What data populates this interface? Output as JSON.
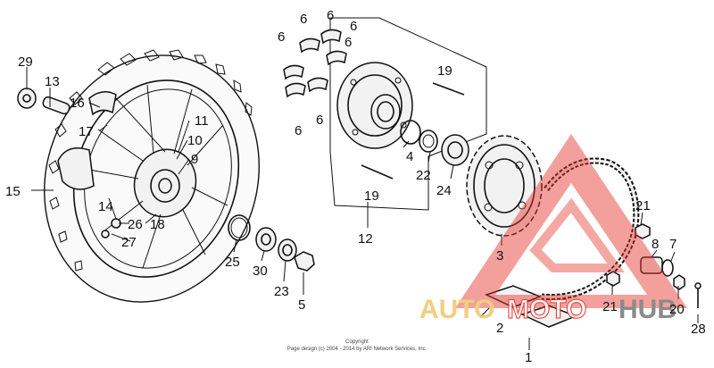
{
  "diagram": {
    "part_labels": {
      "p1": "1",
      "p2": "2",
      "p3": "3",
      "p4": "4",
      "p5": "5",
      "p6a": "6",
      "p6b": "6",
      "p6c": "6",
      "p6d": "6",
      "p6e": "6",
      "p6f": "6",
      "p6g": "6",
      "p7": "7",
      "p8": "8",
      "p9": "9",
      "p10": "10",
      "p11": "11",
      "p12": "12",
      "p13": "13",
      "p14": "14",
      "p15": "15",
      "p16": "16",
      "p17": "17",
      "p18": "18",
      "p19a": "19",
      "p19b": "19",
      "p20": "20",
      "p21a": "21",
      "p21b": "21",
      "p22": "22",
      "p23": "23",
      "p24": "24",
      "p25": "25",
      "p26": "26",
      "p27": "27",
      "p28": "28",
      "p29": "29",
      "p30": "30"
    },
    "footer": {
      "line1": "Copyright",
      "line2": "Page design (c) 2004 - 2014 by ARI Network Services, Inc."
    }
  },
  "watermark": {
    "auto": "AUTO",
    "moto": "MOTO",
    "hub": "HUB",
    "colors": {
      "triangle": "#e5332a",
      "auto": "#f0c66a",
      "hub": "#777777"
    }
  }
}
